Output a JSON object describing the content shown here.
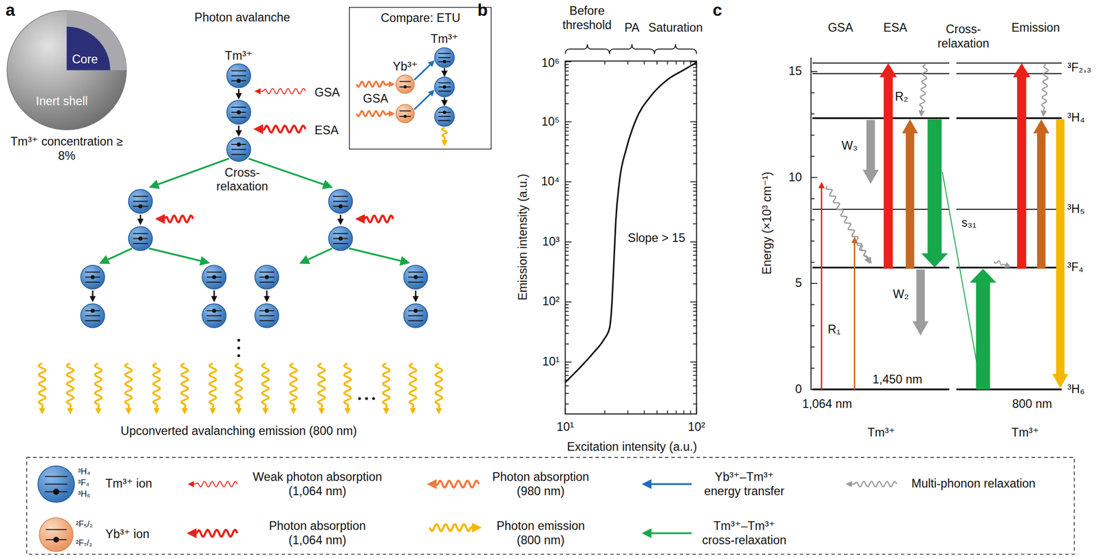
{
  "diagram": {
    "nodes": [
      {
        "text": [
          "Inert shell"
        ]
      },
      {
        "text": [
          "Core"
        ],
        "in": 0
      },
      {
        "text": [
          "Compare: ETU"
        ]
      }
    ],
    "labels": [
      "a",
      "Photon avalanche",
      "Tm³⁺ concentration ≥ 8%",
      "Tm³⁺",
      "GSA",
      "ESA",
      "Cross-relaxation",
      "Upconverted avalanching emission (800 nm)",
      "Tm³⁺",
      "Yb³⁺",
      "GSA",
      "b",
      "Before threshold",
      "PA",
      "Saturation",
      "10¹",
      "10²",
      "10³",
      "10⁴",
      "10⁵",
      "10⁶",
      "Emission intensity (a.u.)",
      "Slope > 15",
      "10¹",
      "10²",
      "Excitation intensity (a.u.)",
      "c",
      "GSA",
      "ESA",
      "Cross-relaxation",
      "Emission",
      "Energy (×10³ cm⁻¹)",
      "15",
      "10",
      "5",
      "0",
      "³F₂,₃",
      "³H₄",
      "³H₅",
      "³F₄",
      "³H₆",
      "R₂",
      "W₃",
      "W₂",
      "s₃₁",
      "R₁",
      "1,450 nm",
      "1,064 nm",
      "800 nm",
      "Tm³⁺",
      "Tm³⁺",
      "³H₄",
      "³F₄",
      "³H₆",
      "²F₅/₂",
      "²F₇/₂"
    ],
    "legend": [
      {
        "text": "Tm³⁺ ion"
      },
      {
        "text": "Weak photon absorption (1,064 nm)"
      },
      {
        "text": "Photon absorption (980 nm)"
      },
      {
        "text": "Yb³⁺–Tm³⁺ energy transfer"
      },
      {
        "text": "Multi-phonon relaxation"
      },
      {
        "text": "Yb³⁺ ion"
      },
      {
        "text": "Photon absorption (1,064 nm)"
      },
      {
        "text": "Photon emission (800 nm)"
      },
      {
        "text": "Tm³⁺–Tm³⁺ cross-relaxation"
      }
    ]
  }
}
